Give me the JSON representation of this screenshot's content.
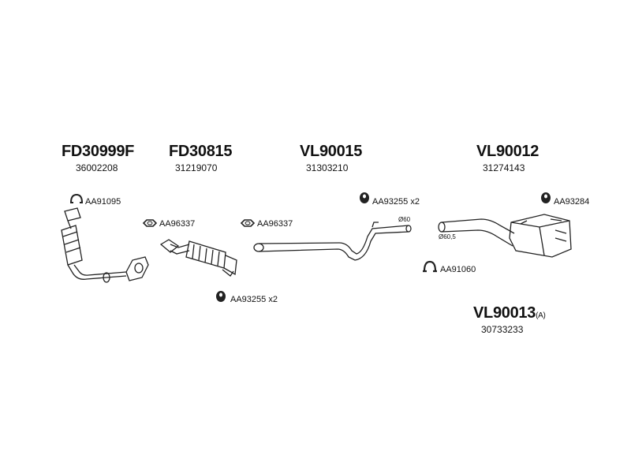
{
  "parts": [
    {
      "code": "FD30999F",
      "number": "36002208"
    },
    {
      "code": "FD30815",
      "number": "31219070"
    },
    {
      "code": "VL90015",
      "number": "31303210"
    },
    {
      "code": "VL90012",
      "number": "31274143"
    },
    {
      "code": "VL90013",
      "suffix": "(A)",
      "number": "30733233"
    }
  ],
  "accessories": [
    {
      "code": "AA91095",
      "icon": "clamp-icon"
    },
    {
      "code": "AA96337",
      "icon": "gasket-icon"
    },
    {
      "code": "AA96337",
      "icon": "gasket-icon"
    },
    {
      "code": "AA93255 x2",
      "icon": "rubber-mount-icon"
    },
    {
      "code": "AA93284",
      "icon": "rubber-mount-icon"
    },
    {
      "code": "AA91060",
      "icon": "clamp-icon"
    },
    {
      "code": "AA93255 x2",
      "icon": "rubber-mount-icon"
    }
  ],
  "dimensions": [
    "Ø60",
    "Ø60,5"
  ]
}
